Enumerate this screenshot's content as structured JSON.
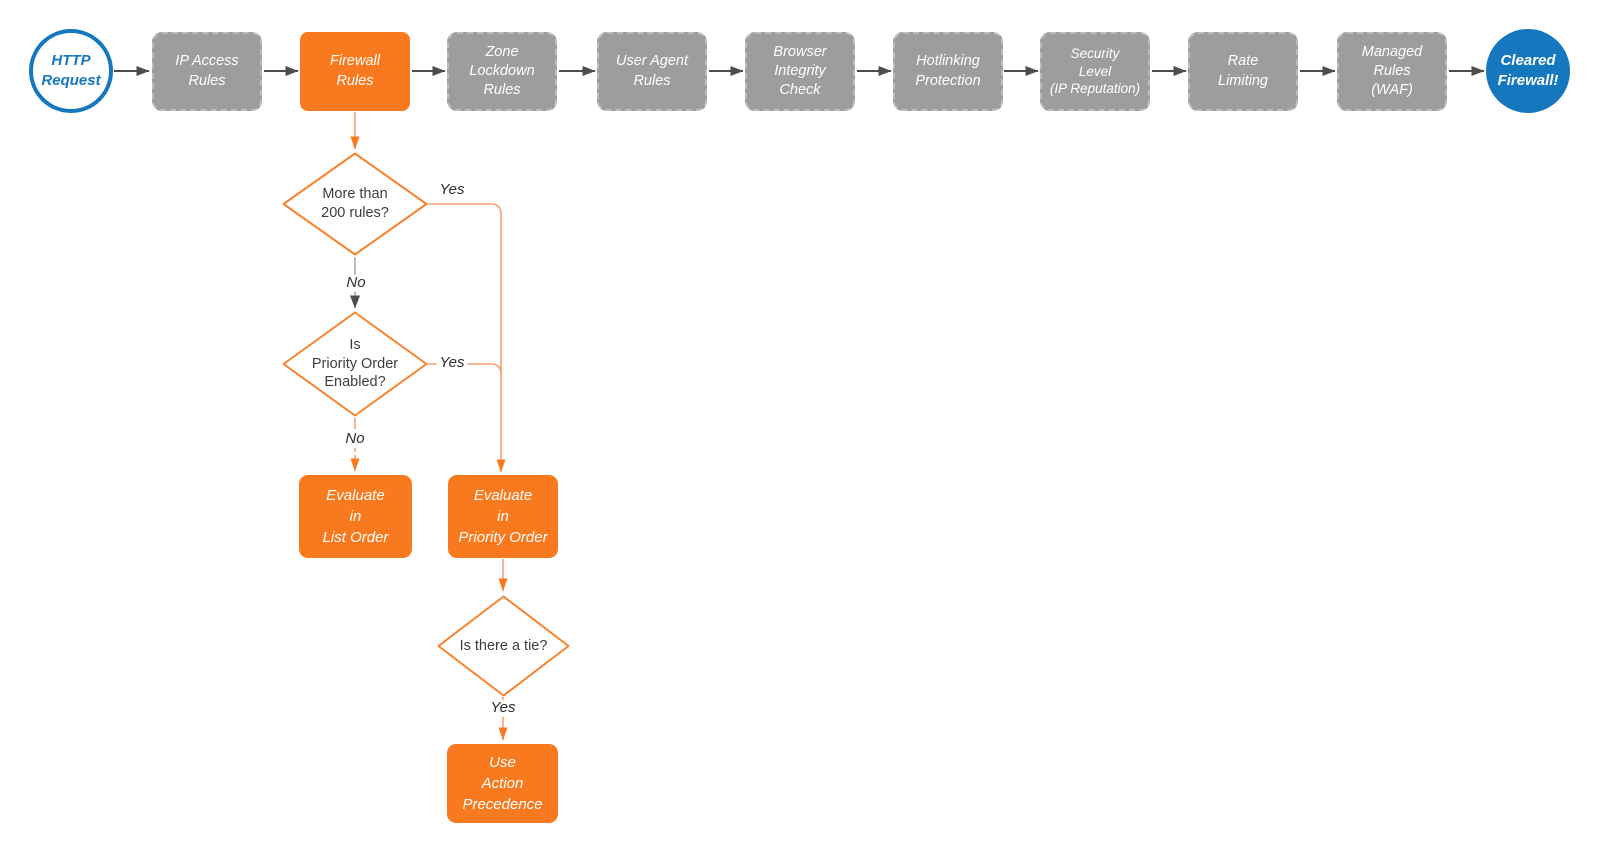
{
  "diagram": {
    "type": "flowchart",
    "subject": "Firewall HTTP request evaluation pipeline"
  },
  "colors": {
    "orange_fill": "#F97A1E",
    "orange_stroke": "#F9822F",
    "salmon_connector": "#F6A073",
    "gray_fill": "#9D9D9D",
    "gray_border": "#BCBCBC",
    "blue": "#1577BE",
    "dark_arrow": "#4D4D4D",
    "node_text_white": "#FFFFFF",
    "decision_text": "#3E3E3E",
    "edge_label_text": "#2D2D2D",
    "background": "#FFFFFF"
  },
  "pipeline": [
    {
      "id": "http-request",
      "type": "circle-outline",
      "label": "HTTP\nRequest"
    },
    {
      "id": "ip-access-rules",
      "type": "gray-box",
      "label": "IP Access\nRules"
    },
    {
      "id": "firewall-rules",
      "type": "orange-box",
      "label": "Firewall\nRules"
    },
    {
      "id": "zone-lockdown-rules",
      "type": "gray-box",
      "label": "Zone\nLockdown\nRules"
    },
    {
      "id": "user-agent-rules",
      "type": "gray-box",
      "label": "User Agent\nRules"
    },
    {
      "id": "browser-integrity-check",
      "type": "gray-box",
      "label": "Browser\nIntegrity\nCheck"
    },
    {
      "id": "hotlinking-protection",
      "type": "gray-box",
      "label": "Hotlinking\nProtection"
    },
    {
      "id": "security-level",
      "type": "gray-box",
      "label": "Security\nLevel\n(IP Reputation)"
    },
    {
      "id": "rate-limiting",
      "type": "gray-box",
      "label": "Rate\nLimiting"
    },
    {
      "id": "managed-rules-waf",
      "type": "gray-box",
      "label": "Managed\nRules\n(WAF)"
    },
    {
      "id": "cleared-firewall",
      "type": "circle-filled",
      "label": "Cleared\nFirewall!"
    }
  ],
  "decisions": [
    {
      "id": "more-than-200-rules",
      "label": "More than\n200 rules?"
    },
    {
      "id": "priority-order-enabled",
      "label": "Is\nPriority Order\nEnabled?"
    },
    {
      "id": "is-there-a-tie",
      "label": "Is there a tie?"
    }
  ],
  "actions": [
    {
      "id": "evaluate-in-list-order",
      "label": "Evaluate\nin\nList Order"
    },
    {
      "id": "evaluate-in-priority-order",
      "label": "Evaluate\nin\nPriority Order"
    },
    {
      "id": "use-action-precedence",
      "label": "Use\nAction\nPrecedence"
    }
  ],
  "edge_labels": [
    {
      "id": "yes-more-than-200",
      "text": "Yes"
    },
    {
      "id": "no-more-than-200",
      "text": "No"
    },
    {
      "id": "yes-priority-order",
      "text": "Yes"
    },
    {
      "id": "no-priority-order",
      "text": "No"
    },
    {
      "id": "yes-is-there-a-tie",
      "text": "Yes"
    }
  ]
}
